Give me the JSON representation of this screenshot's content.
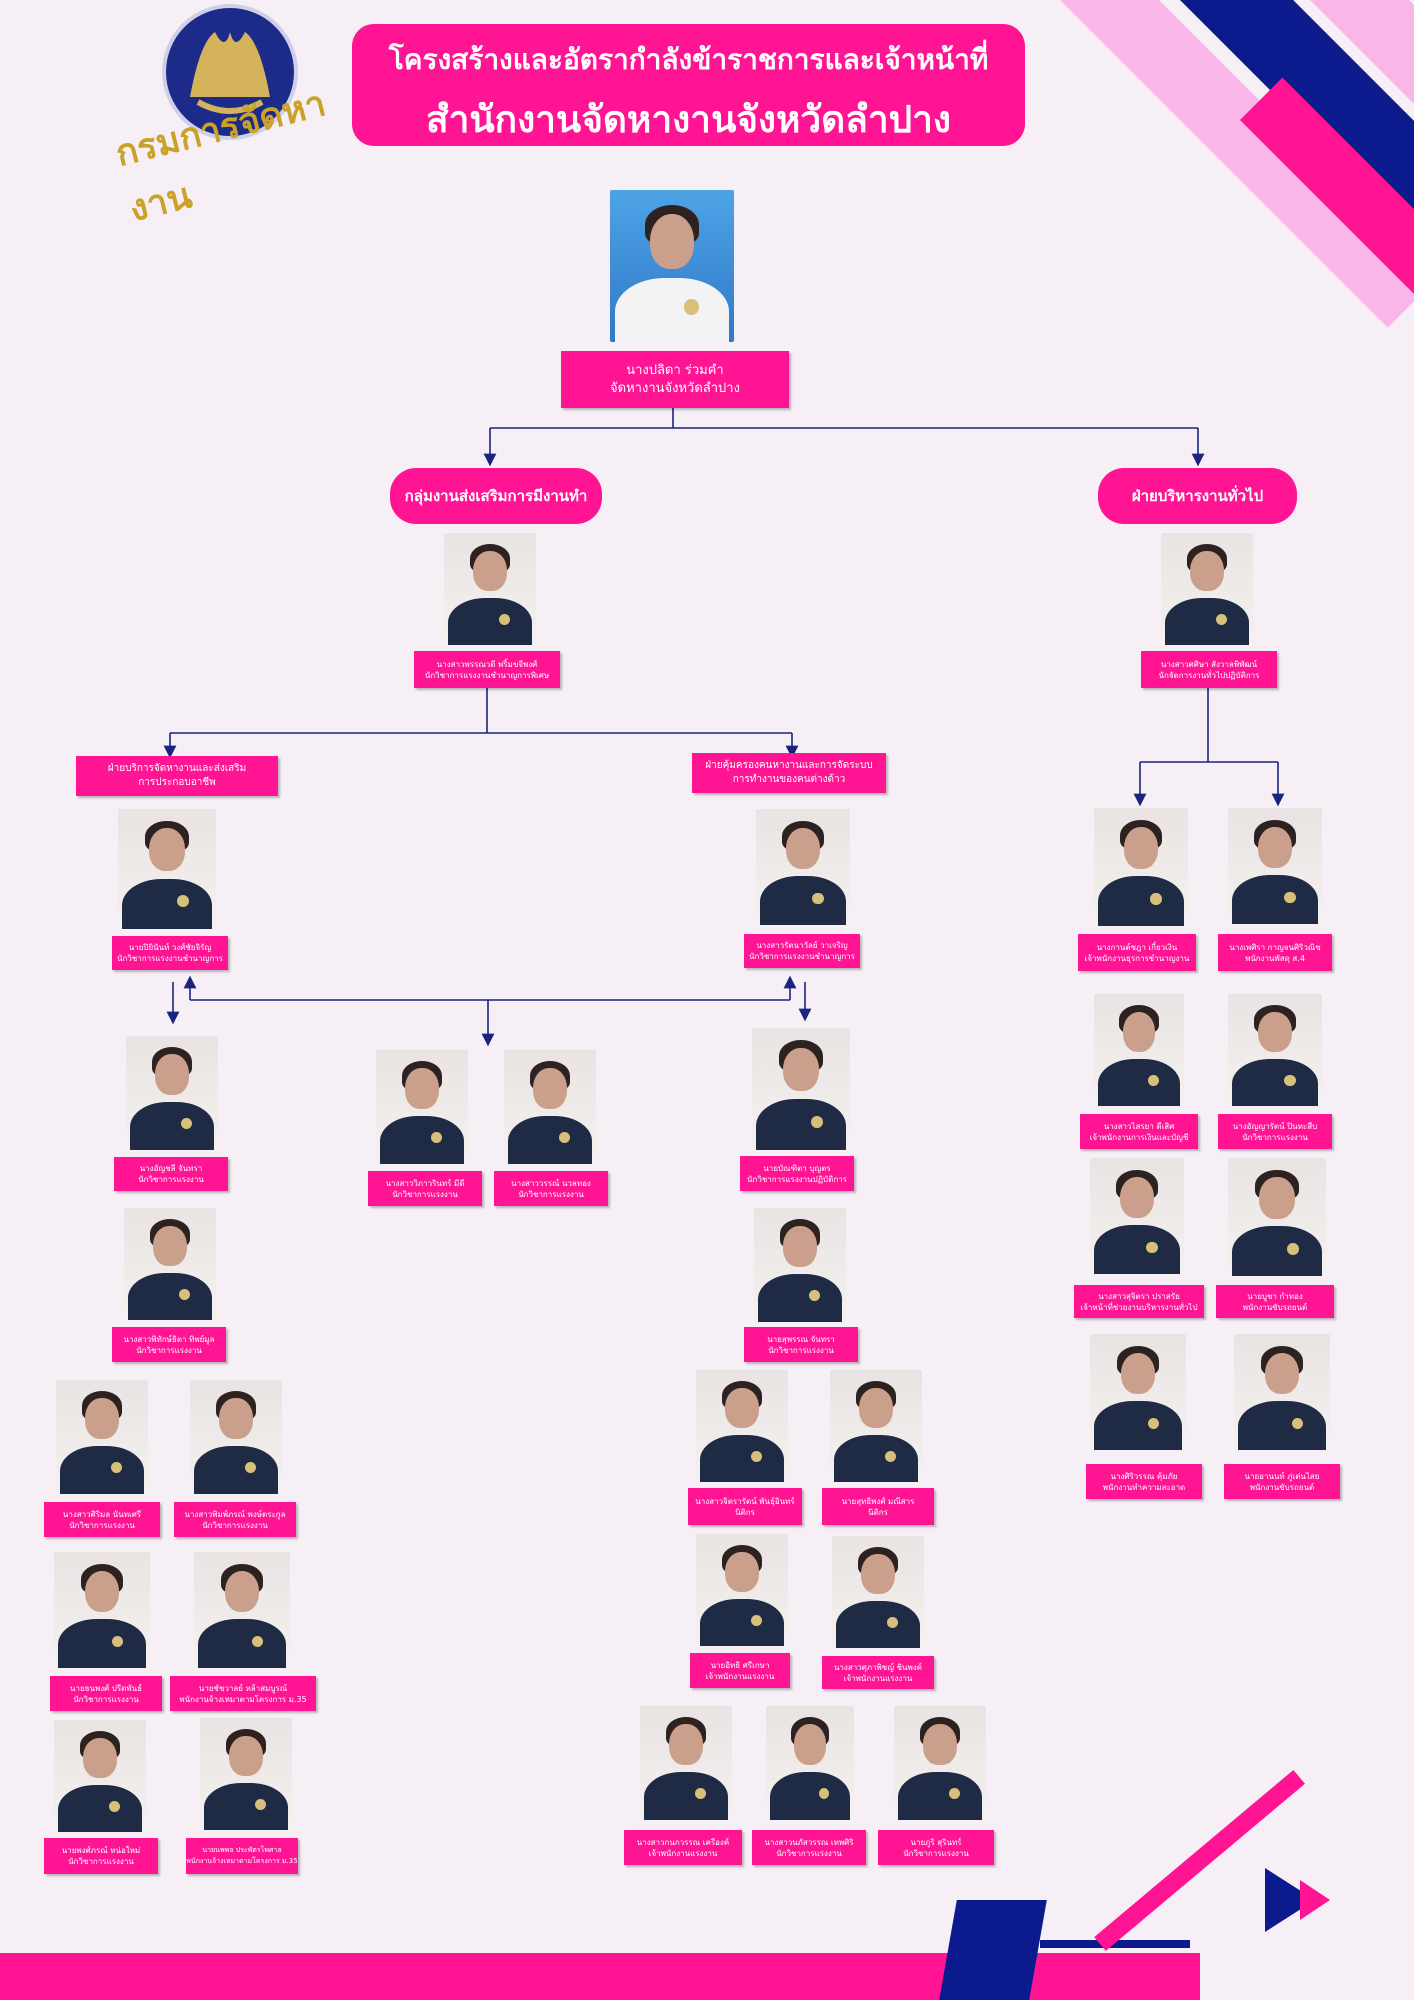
{
  "logo": {
    "text": "กรมการจัดหางาน"
  },
  "title": {
    "line1": "โครงสร้างและอัตรากำลังข้าราชการและเจ้าหน้าที่",
    "line2": "สำนักงานจัดหางานจังหวัดลำปาง"
  },
  "head": {
    "name": "นางปลิดา ร่วมคำ",
    "role": "จัดหางานจังหวัดลำปาง"
  },
  "groups": {
    "employment": "กลุ่มงานส่งเสริมการมีงานทำ",
    "admin": "ฝ่ายบริหารงานทั่วไป",
    "service": {
      "line1": "ฝ่ายบริการจัดหางานและส่งเสริม",
      "line2": "การประกอบอาชีพ"
    },
    "protect": {
      "line1": "ฝ่ายคุ้มครองคนหางานและการจัดระบบ",
      "line2": "การทำงานของคนต่างด้าว"
    }
  },
  "people": {
    "emp_head": {
      "name": "นางสาวพรรณวดี พริ้มขจีพงศ์",
      "role": "นักวิชาการแรงงานชำนาญการพิเศษ"
    },
    "admin_head": {
      "name": "นางสาวศศิษา สังวาลพิพัฒน์",
      "role": "นักจัดการงานทั่วไปปฏิบัติการ"
    },
    "service_head": {
      "name": "นายปิยินันท์ วงศ์ชัยจิรัญ",
      "role": "นักวิชาการแรงงานชำนาญการ"
    },
    "protect_head": {
      "name": "นางสาวรัตนาวัลย์ วาเจริญ",
      "role": "นักวิชาการแรงงานชำนาญการ"
    },
    "p1": {
      "name": "นางอัญชลี จันทรา",
      "role": "นักวิชาการแรงงาน"
    },
    "p2": {
      "name": "นางสาวพิทักษ์ธิดา ทิพย์มูล",
      "role": "นักวิชาการแรงงาน"
    },
    "p3": {
      "name": "นางสาววิภาวรินทร์ มีดี",
      "role": "นักวิชาการแรงงาน"
    },
    "p4": {
      "name": "นางสาววรรณ์ นวลทอง",
      "role": "นักวิชาการแรงงาน"
    },
    "p5": {
      "name": "นายบัณฑิตา บุญตร",
      "role": "นักวิชาการแรงงานปฏิบัติการ"
    },
    "p6": {
      "name": "นายสุพรรณ จันทรา",
      "role": "นักวิชาการแรงงาน"
    },
    "p7": {
      "name": "นางสาวศิริมล นันทเศรี",
      "role": "นักวิชาการแรงงาน"
    },
    "p8": {
      "name": "นางสาวพิมพ์ภรณ์ พงษ์ตระกูล",
      "role": "นักวิชาการแรงงาน"
    },
    "p9": {
      "name": "นายธนพงศ์ ปรีดพันธ์",
      "role": "นักวิชาการแรงงาน"
    },
    "p10": {
      "name": "นายชัชวาลย์ หล้าสมบูรณ์",
      "role": "พนักงานจ้างเหมาตามโครงการ ม.35"
    },
    "p11": {
      "name": "นายพงศ์ภรณ์ หน่อใหม่",
      "role": "นักวิชาการแรงงาน"
    },
    "p12": {
      "name": "นายนพพล ประพัตรโพศาล",
      "role": "พนักงานจ้างเหมาตามโครงการ ม.35"
    },
    "p13": {
      "name": "นางสาวจิตรารัตน์ พันธุ์อินทร์",
      "role": "นิติกร"
    },
    "p14": {
      "name": "นายสุทธิพงศ์ มณีสาร",
      "role": "นิติกร"
    },
    "p15": {
      "name": "นายอิทธิ ศรีเกษา",
      "role": "เจ้าพนักงานแรงงาน"
    },
    "p16": {
      "name": "นางสาวศุภาพิชญ์ ชินพงค์",
      "role": "เจ้าพนักงานแรงงาน"
    },
    "p17": {
      "name": "นางสาวกนกวรรณ เครืองค์",
      "role": "เจ้าพนักงานแรงงาน"
    },
    "p18": {
      "name": "นางสาวนภัสวรรณ เทพศิริ",
      "role": "นักวิชาการแรงงาน"
    },
    "p19": {
      "name": "นายภูริ สุรินทร์",
      "role": "นักวิชาการแรงงาน"
    },
    "a1": {
      "name": "นางกานต์ชฎา เกี๋ยวเงิน",
      "role": "เจ้าพนักงานธุรการชำนาญงาน"
    },
    "a2": {
      "name": "นางเพศิรา กาญจนศิริวณิช",
      "role": "พนักงานพัสดุ ส.4"
    },
    "a3": {
      "name": "นางสาวไสรยา ดีเสิศ",
      "role": "เจ้าพนักงานการเงินและบัญชี"
    },
    "a4": {
      "name": "นางอัญญารัตน์ ปินทะสืบ",
      "role": "นักวิชาการแรงงาน"
    },
    "a5": {
      "name": "นางสาวสุจิตรา ปราสรัย",
      "role": "เจ้าหน้าที่ช่วยงานบริหารงานทั่วไป"
    },
    "a6": {
      "name": "นายบูชา กำทอง",
      "role": "พนักงานขับรถยนต์"
    },
    "a7": {
      "name": "นางศิริวรรณ คุ้มภัย",
      "role": "พนักงานทำความสะอาด"
    },
    "a8": {
      "name": "นายอานนท์ ภู่เต่นไสย",
      "role": "พนักงานขับรถยนต์"
    }
  },
  "colors": {
    "primary": "#ff1493",
    "navy": "#0b1a8c",
    "light_pink": "#f9a6e3",
    "line": "#1a237e"
  }
}
